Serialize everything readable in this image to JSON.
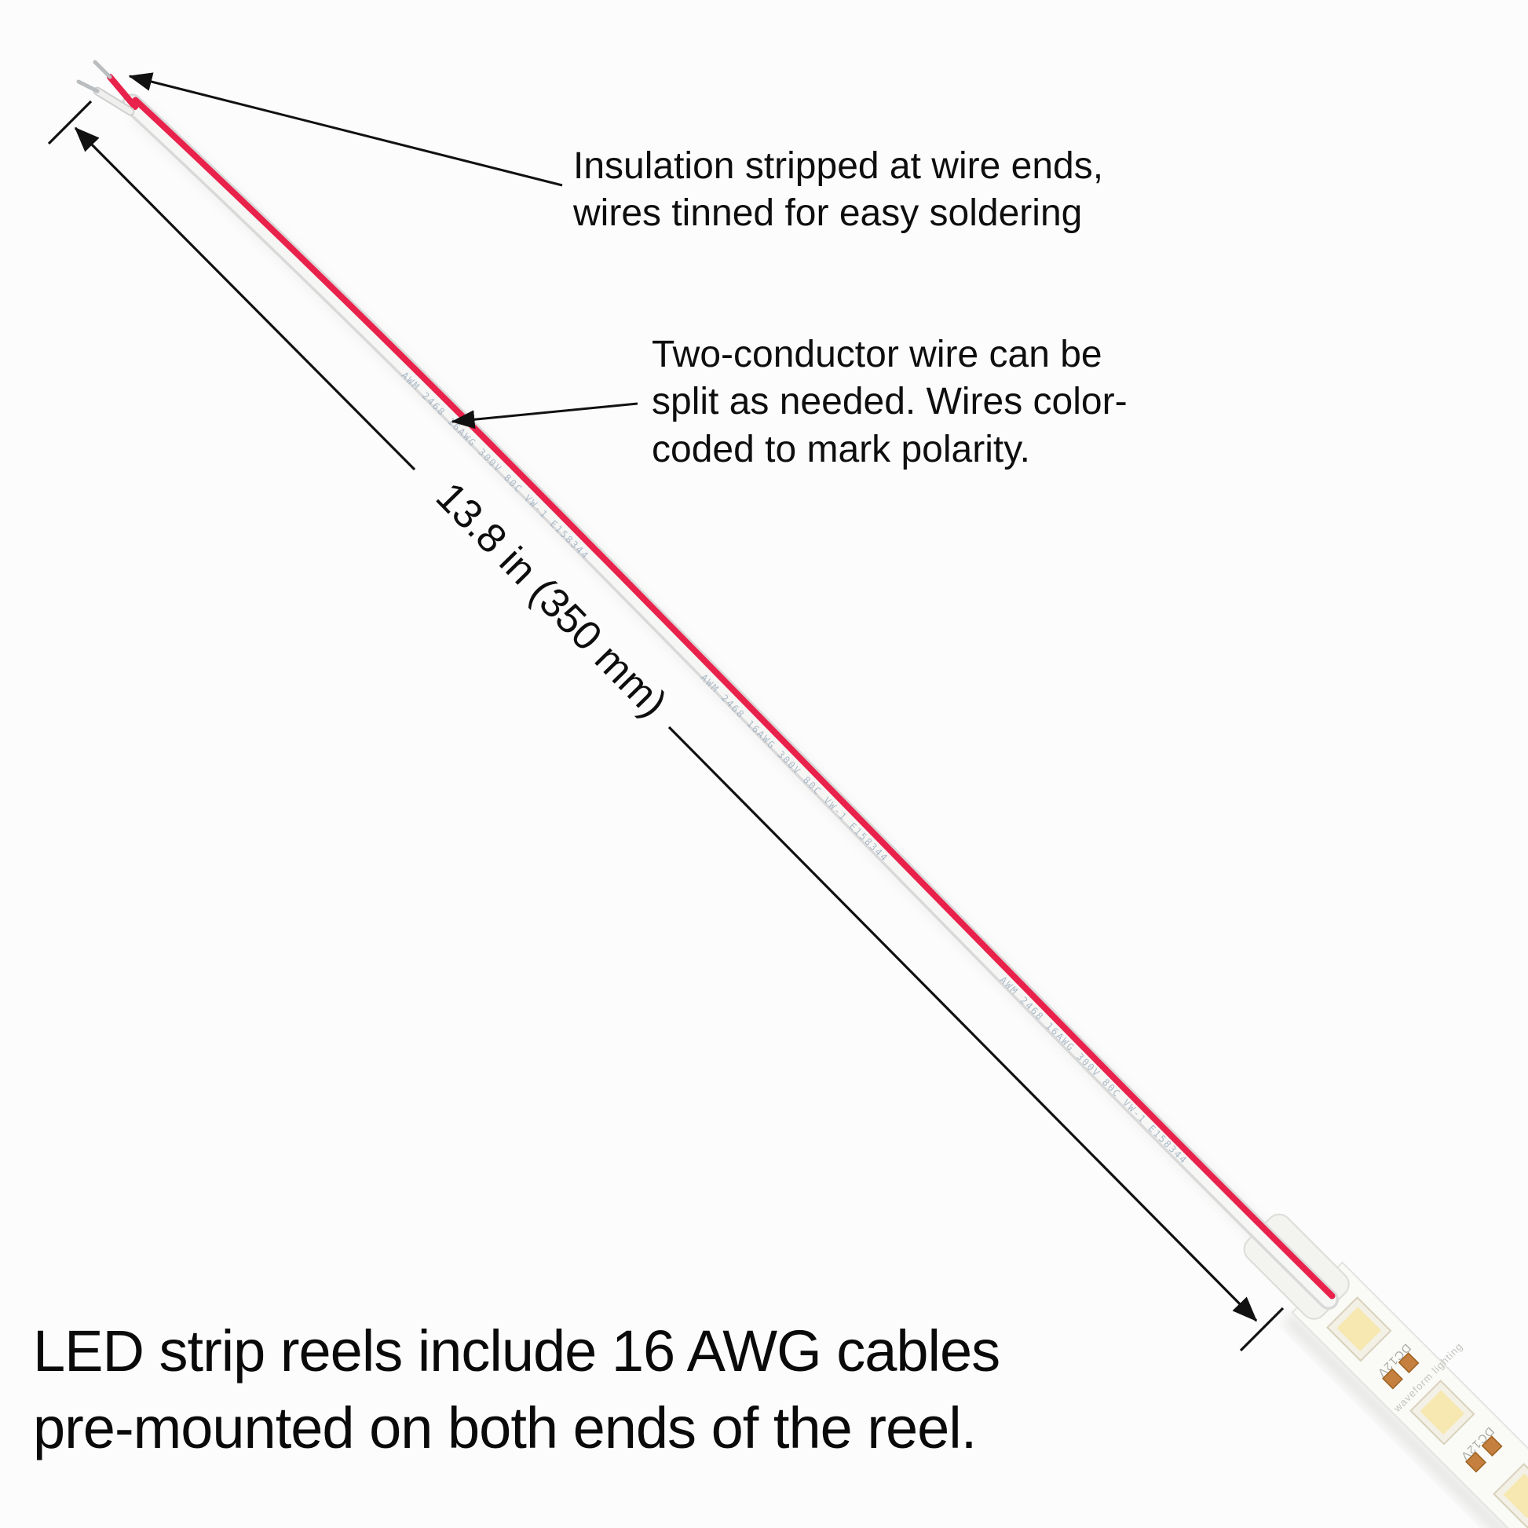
{
  "canvas": {
    "background": "#fcfcfc",
    "ink": "#111111"
  },
  "callouts": {
    "insulation": {
      "lines": [
        "Insulation stripped at wire ends,",
        "wires tinned for easy soldering"
      ]
    },
    "split": {
      "lines": [
        "Two-conductor wire can be",
        "split as needed. Wires color-",
        "coded to mark polarity."
      ]
    }
  },
  "dimension": {
    "label": "13.8 in (350 mm)"
  },
  "caption": {
    "lines": [
      "LED strip reels include 16 AWG cables",
      "pre-mounted on both ends of the reel."
    ]
  },
  "wire": {
    "print": "AWM 2468 16AWG 300V 80C VW-1 E158344",
    "red_hex": "#e8224b",
    "insulation_hex": "#f6f6f4",
    "tinned_tip_hex": "#b9bdc0"
  },
  "led_strip": {
    "marking": "DC12V",
    "brand": "waveform lighting",
    "led_hex": "#f6e8b0",
    "resistor_hex": "#c5803f",
    "pcb_hex": "#fafaf7"
  }
}
